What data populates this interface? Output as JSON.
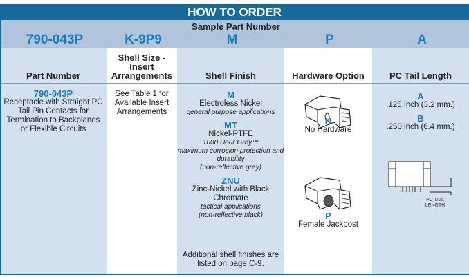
{
  "title": "HOW TO ORDER",
  "sample": {
    "label": "Sample Part Number",
    "values": [
      "790-043P",
      "K-9P9",
      "M",
      "P",
      "A"
    ]
  },
  "columns": [
    {
      "header": "Part Number",
      "code": "790-043P",
      "description": "Receptacle with Straight PC Tail Pin Contacts for Termination to Backplanes or Flexible Circuits"
    },
    {
      "header": "Shell Size - Insert Arrangements",
      "description": "See Table 1 for Available Insert Arrangements"
    },
    {
      "header": "Shell Finish",
      "options": [
        {
          "code": "M",
          "name": "Electroless Nickel",
          "notes": [
            "general purpose applications"
          ]
        },
        {
          "code": "MT",
          "name": "Nickel-PTFE",
          "notes": [
            "1000 Hour Grey™",
            "maximum corrosion protection and durability",
            "(non-reflective grey)"
          ]
        },
        {
          "code": "ZNU",
          "name": "Zinc-Nickel with Black Chromate",
          "notes": [
            "tactical applications",
            "(non-reflective black)"
          ]
        }
      ],
      "footnote": "Additional shell finishes are listed on page C-9."
    },
    {
      "header": "Hardware Option",
      "options": [
        {
          "code": "N",
          "name": "No Hardware"
        },
        {
          "code": "P",
          "name": "Female Jackpost"
        }
      ]
    },
    {
      "header": "PC Tail Length",
      "options": [
        {
          "code": "A",
          "name": ".125 Inch (3.2 mm.)"
        },
        {
          "code": "B",
          "name": ".250 inch (6.4 mm.)"
        }
      ],
      "diagram_label": "PC TAIL LENGTH"
    }
  ],
  "colors": {
    "header_bar": "#176b9a",
    "code_blue": "#1a7ac0",
    "sample_bg": "#b0c4dc",
    "column_light": "#d3e0ee"
  }
}
